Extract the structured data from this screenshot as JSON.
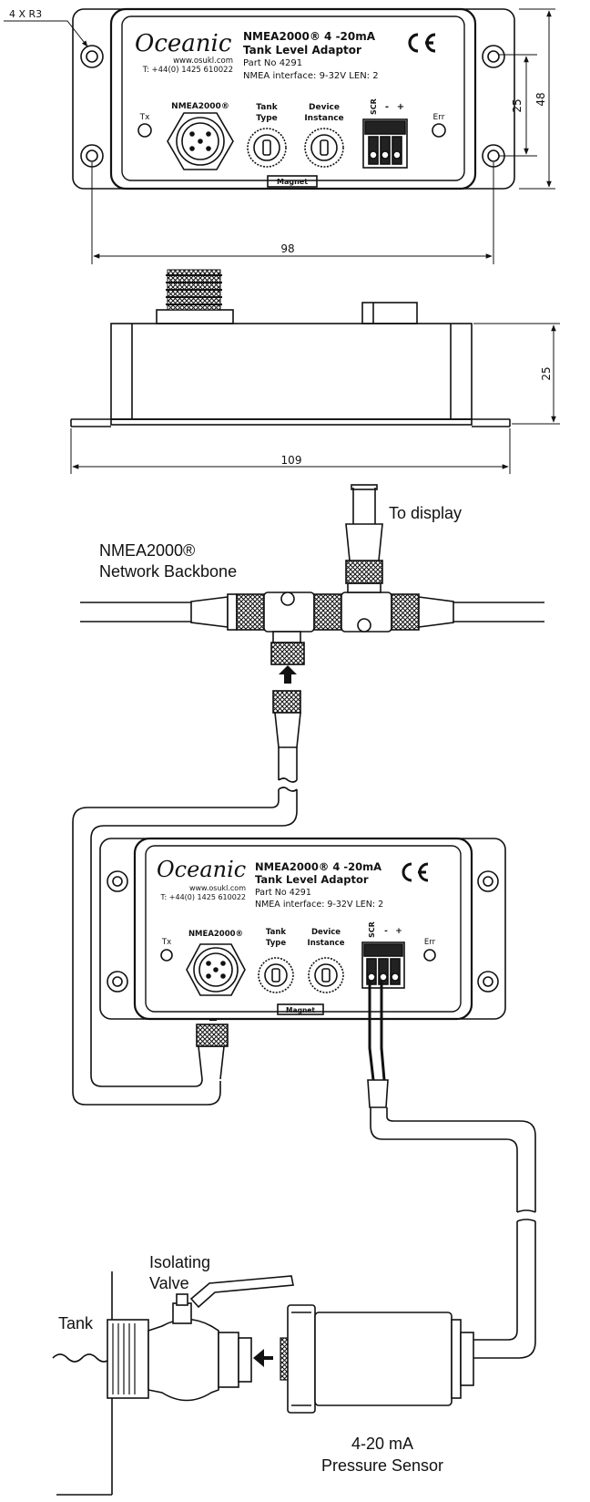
{
  "dimensions": {
    "radius_note": "4 X R3",
    "width_top": "98",
    "height_top": "48",
    "hole_spacing": "25",
    "width_side": "109",
    "height_side": "25"
  },
  "device": {
    "logo": "Oceanic",
    "website": "www.osukl.com",
    "phone": "T: +44(0) 1425 610022",
    "title_line1": "NMEA2000® 4 -20mA",
    "title_line2": "Tank Level Adaptor",
    "part_no": "Part No 4291",
    "interface": "NMEA interface: 9-32V LEN: 2",
    "ce_mark": "CE",
    "tx_label": "Tx",
    "err_label": "Err",
    "connector_label": "NMEA2000®",
    "tank_type_line1": "Tank",
    "tank_type_line2": "Type",
    "device_instance_line1": "Device",
    "device_instance_line2": "Instance",
    "magnet_label": "Magnet",
    "scr_label": "SCR",
    "minus_label": "-",
    "plus_label": "+"
  },
  "wiring": {
    "to_display": "To display",
    "backbone_line1": "NMEA2000®",
    "backbone_line2": "Network Backbone",
    "tank": "Tank",
    "valve_line1": "Isolating",
    "valve_line2": "Valve",
    "sensor_line1": "4-20 mA",
    "sensor_line2": "Pressure Sensor"
  }
}
